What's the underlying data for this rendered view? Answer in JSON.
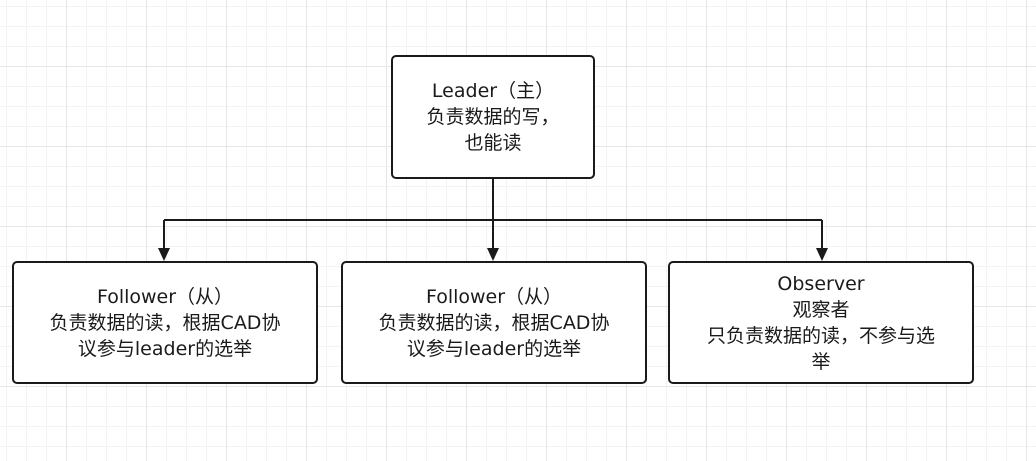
{
  "diagram": {
    "nodes": [
      {
        "id": "leader",
        "lines": [
          "Leader（主）",
          "负责数据的写，",
          "也能读"
        ]
      },
      {
        "id": "follow-1",
        "lines": [
          "Follower（从）",
          "负责数据的读，根据CAD协",
          "议参与leader的选举"
        ]
      },
      {
        "id": "follow-2",
        "lines": [
          "Follower（从）",
          "负责数据的读，根据CAD协",
          "议参与leader的选举"
        ]
      },
      {
        "id": "observer",
        "lines": [
          "Observer",
          "观察者",
          "只负责数据的读，不参与选",
          "举"
        ]
      }
    ],
    "edges": [
      {
        "from": "leader",
        "to": "follow-1"
      },
      {
        "from": "leader",
        "to": "follow-2"
      },
      {
        "from": "leader",
        "to": "observer"
      }
    ]
  }
}
